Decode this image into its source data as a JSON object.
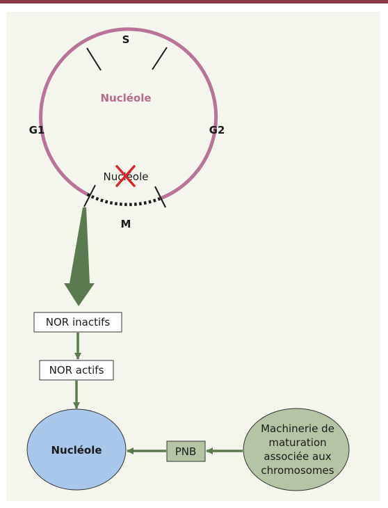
{
  "cycle": {
    "phase_s": "S",
    "phase_g1": "G1",
    "phase_g2": "G2",
    "phase_m": "M",
    "nucleole_present": "Nucléole",
    "nucleole_absent": "Nucléole"
  },
  "flow": {
    "nor_inactifs": "NOR inactifs",
    "nor_actifs": "NOR actifs",
    "nucleole_final": "Nucléole",
    "pnb": "PNB",
    "machinerie": [
      "Machinerie de",
      "maturation",
      "associée aux",
      "chromosomes"
    ]
  },
  "colors": {
    "circle": "#b97399",
    "nucleole_text": "#b56a8e",
    "arrow": "#5c7a4f",
    "cross": "#d9262c",
    "topbar": "#8a3a46",
    "panel": "#f4f6ee",
    "nucleole_fill": "#a9c7ea",
    "machinerie_fill": "#b5c4a4",
    "pnb_fill": "#b5c4a4"
  }
}
